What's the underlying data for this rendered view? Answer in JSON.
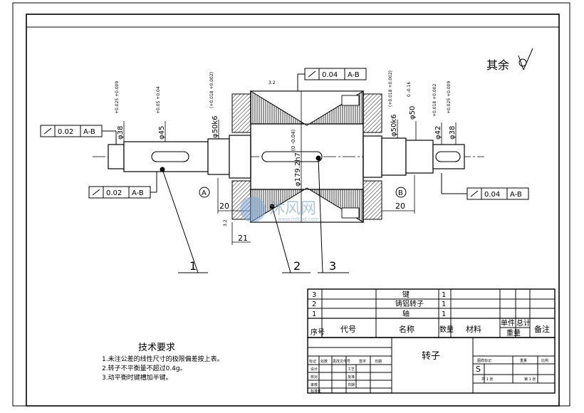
{
  "surface_finish_note": "其余",
  "tolerance_frames": [
    {
      "value": "0.04",
      "datum": "A-B"
    },
    {
      "value": "0.02",
      "datum": "A-B"
    },
    {
      "value": "0.02",
      "datum": "A-B"
    },
    {
      "value": "0.04",
      "datum": "A-B"
    }
  ],
  "dimensions": {
    "d_left_38": "φ38",
    "d_left_38_tol": "+0.025 +0.009",
    "d_left_45": "φ45",
    "d_left_45_tol": "+0.05 +0.04",
    "d_left_50k6": "φ50k6",
    "d_left_50k6_tol": "(+0.018 +0.002)",
    "d_rotor": "φ179.2h7",
    "d_rotor_tol": "(0 -0.04)",
    "d_right_50k6": "φ50k6",
    "d_right_50k6_tol": "(+0.018 +0.002)",
    "d_right_50": "φ50",
    "d_right_50_tol": "0 -0.16",
    "d_right_42": "φ42",
    "d_right_42_tol": "+0.018 +0.002",
    "d_right_38": "φ38",
    "d_right_38_tol": "+0.025 +0.009",
    "len_left_20": "20",
    "len_left_21": "21",
    "len_right_20": "20",
    "roughness_top": "3.2",
    "roughness_side": "3.2"
  },
  "datums": [
    "A",
    "B"
  ],
  "callouts": [
    "1",
    "2",
    "3"
  ],
  "watermark": {
    "text": "沐风网",
    "sub": "www.mfcad.com"
  },
  "tech_requirements": {
    "title": "技术要求",
    "items": [
      "1.未注公差的线性尺寸的极限偏差按上表。",
      "2.转子不平衡量不超过0.4g。",
      "3.动平衡时键槽加半键。"
    ]
  },
  "parts_list": {
    "rows": [
      {
        "seq": "3",
        "name": "键",
        "qty": "1"
      },
      {
        "seq": "2",
        "name": "铸铝转子",
        "qty": "1"
      },
      {
        "seq": "1",
        "name": "轴",
        "qty": "1"
      }
    ],
    "headers": {
      "seq": "序号",
      "code": "代号",
      "name": "名称",
      "qty": "数量",
      "material": "材料",
      "unit_weight": "单件",
      "total_weight": "总计",
      "weight": "重量",
      "remark": "备注"
    }
  },
  "title_block": {
    "part_name": "转子",
    "stage_mark": "S",
    "labels": {
      "stage": "图样标记",
      "weight": "重量",
      "scale": "比例",
      "total_sheets": "共 1 张",
      "sheet": "第 1 张",
      "revision": "标记",
      "count": "处数",
      "doc_no": "更改文件号",
      "sign": "签字",
      "date": "日期",
      "designer": "设计",
      "checker": "校对",
      "reviewer": "审核",
      "process": "工艺",
      "standard": "标准化",
      "approve": "批准",
      "approve_date": "日期"
    }
  }
}
